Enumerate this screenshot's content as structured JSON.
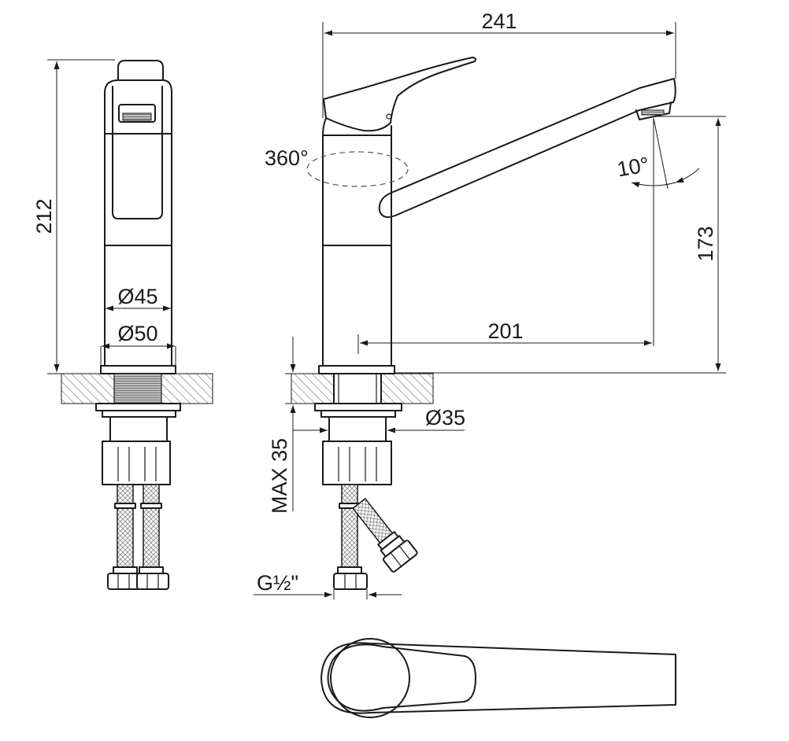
{
  "dimensions": {
    "overall_width": "241",
    "height_total": "212",
    "spout_height": "173",
    "spout_reach": "201",
    "body_diameter": "Ø45",
    "base_diameter": "Ø50",
    "mount_hole_diameter": "Ø35",
    "max_deck_thickness": "MAX 35",
    "connection_thread": "G½\"",
    "swivel_angle": "360°",
    "aerator_angle": "10°"
  }
}
